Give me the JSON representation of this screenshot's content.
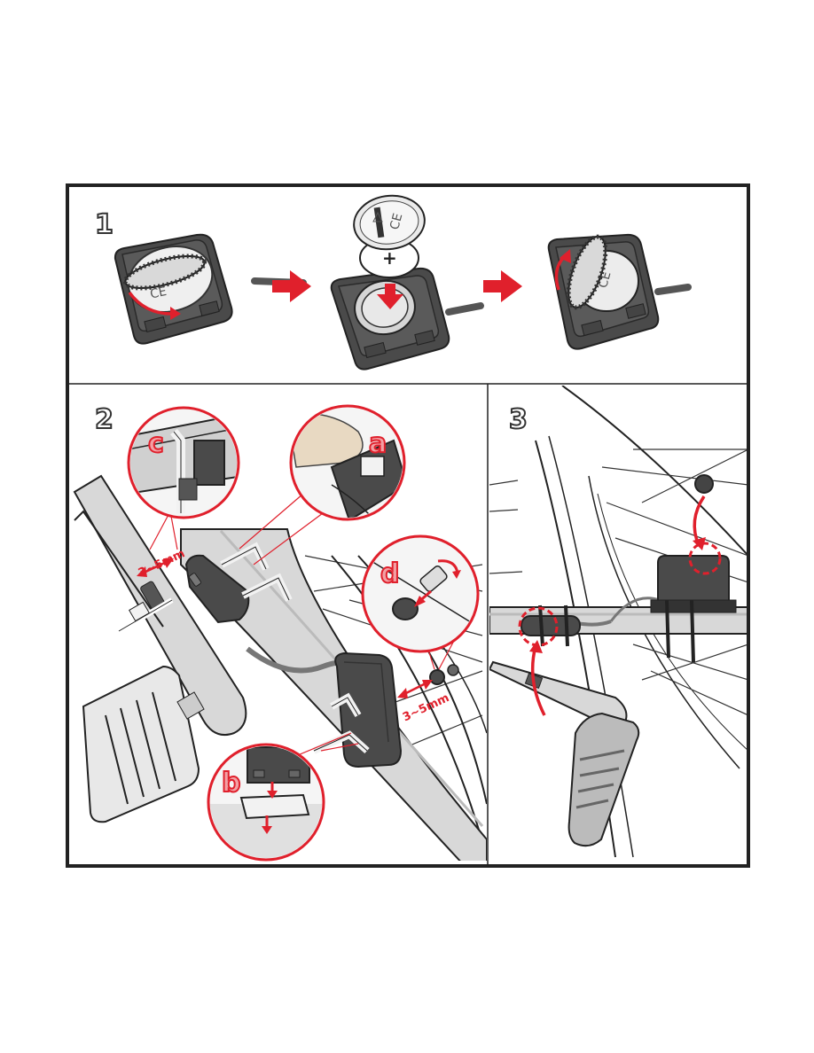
{
  "steps": {
    "step1_label": "1",
    "step2_label": "2",
    "step3_label": "3"
  },
  "battery": {
    "plus_sign": "+",
    "ce_mark": "CE"
  },
  "callouts": {
    "a": "a",
    "b": "b",
    "c": "c",
    "d": "d"
  },
  "measurements": {
    "gap_sensor": "3~5mm",
    "gap_magnet": "3~5mm"
  },
  "colors": {
    "accent": "#e0202c",
    "outline": "#222222",
    "device": "#4a4a4a",
    "tube": "#d8d8d8"
  }
}
